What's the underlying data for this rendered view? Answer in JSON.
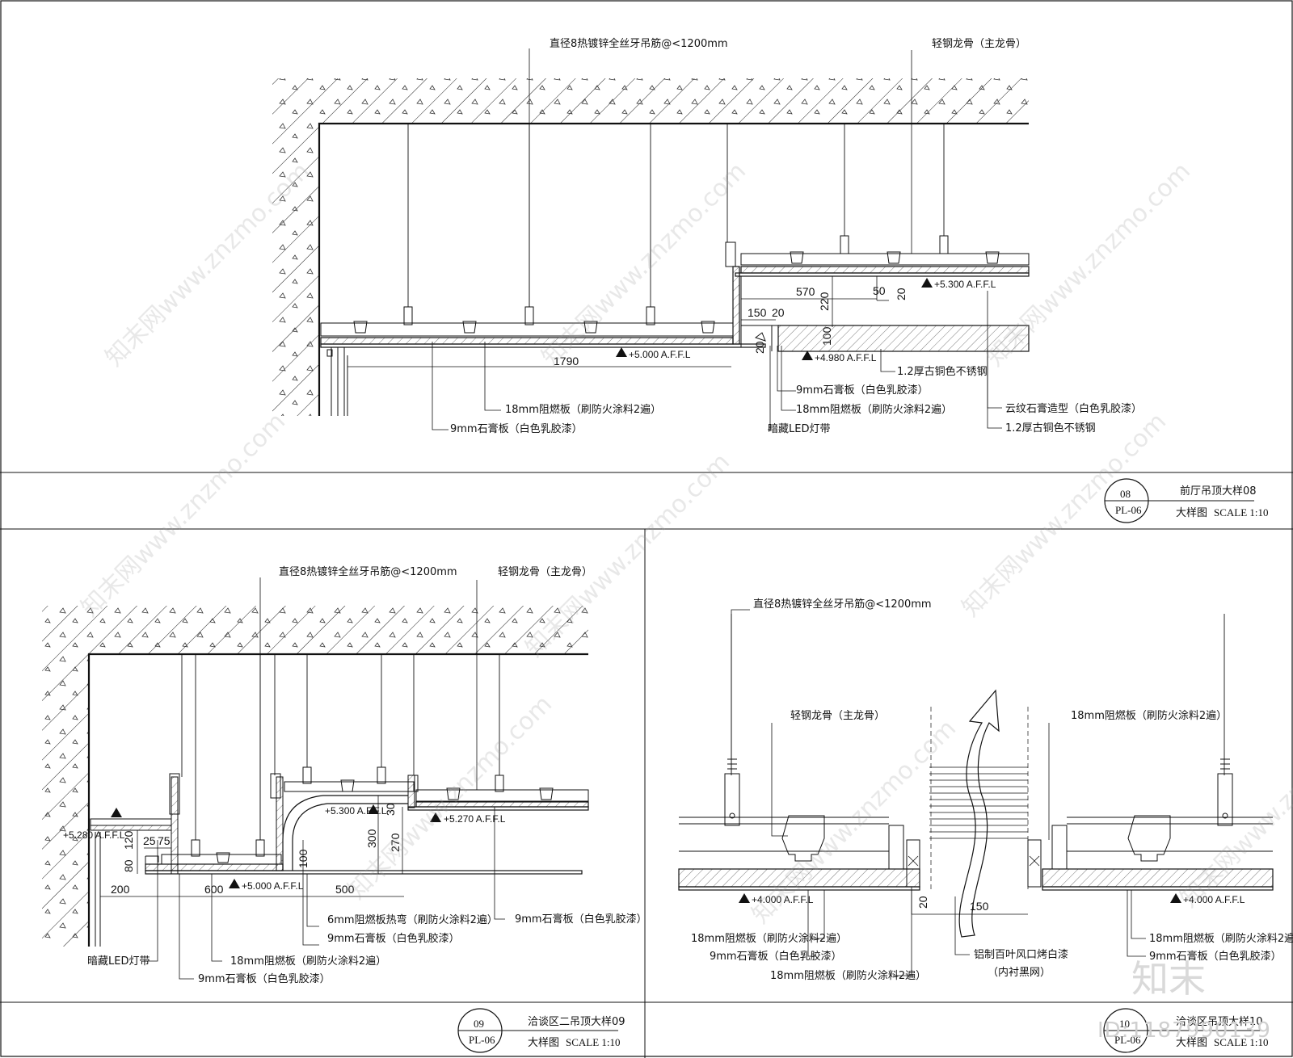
{
  "detail08": {
    "notes": {
      "hanger_rod": "直径8热镀锌全丝牙吊筋@<1200mm",
      "main_keel": "轻钢龙骨（主龙骨）",
      "fire_board_18": "18mm阻燃板（刷防火涂料2遍）",
      "gypsum_9": "9mm石膏板（白色乳胶漆）",
      "gypsum_9_b": "9mm石膏板（白色乳胶漆）",
      "fire_board_18_b": "18mm阻燃板（刷防火涂料2遍）",
      "led_strip": "暗藏LED灯带",
      "bronze_steel_1": "1.2厚古铜色不锈钢",
      "cloud_gypsum": "云纹石膏造型（白色乳胶漆）",
      "bronze_steel_2": "1.2厚古铜色不锈钢"
    },
    "dims": {
      "d1790": "1790",
      "d570": "570",
      "d150": "150",
      "d20a": "20",
      "d220": "220",
      "d50": "50",
      "d20b": "20",
      "d100": "100",
      "d20c": "20"
    },
    "elevations": {
      "e5000": "+5.000 A.F.F.L",
      "e4980": "+4.980 A.F.F.L",
      "e5300": "+5.300 A.F.F.L"
    },
    "title": {
      "num": "08",
      "ref": "PL-06",
      "name": "前厅吊顶大样08",
      "sub": "大样图",
      "scale": "SCALE 1:10"
    }
  },
  "detail09": {
    "notes": {
      "hanger_rod": "直径8热镀锌全丝牙吊筋@<1200mm",
      "main_keel": "轻钢龙骨（主龙骨）",
      "bent_board": "6mm阻燃板热弯（刷防火涂料2遍）",
      "gypsum_9_a": "9mm石膏板（白色乳胶漆）",
      "gypsum_9_b": "9mm石膏板（白色乳胶漆）",
      "led_strip": "暗藏LED灯带",
      "fire_board_18": "18mm阻燃板（刷防火涂料2遍）",
      "gypsum_9_c": "9mm石膏板（白色乳胶漆）"
    },
    "dims": {
      "d200": "200",
      "d600": "600",
      "d500": "500",
      "d25": "25",
      "d75": "75",
      "d120": "120",
      "d80": "80",
      "d300": "300",
      "d270": "270",
      "d100": "100",
      "d30": "30"
    },
    "elevations": {
      "e5280": "+5.280 A.F.F.L",
      "e5000": "+5.000 A.F.F.L",
      "e5300": "+5.300 A.F.F.L",
      "e5270": "+5.270 A.F.F.L"
    },
    "title": {
      "num": "09",
      "ref": "PL-06",
      "name": "洽谈区二吊顶大样09",
      "sub": "大样图",
      "scale": "SCALE 1:10"
    }
  },
  "detail10": {
    "notes": {
      "hanger_rod": "直径8热镀锌全丝牙吊筋@<1200mm",
      "main_keel": "轻钢龙骨（主龙骨）",
      "fire_board_top": "18mm阻燃板（刷防火涂料2遍）",
      "fire_board_left": "18mm阻燃板（刷防火涂料2遍）",
      "gypsum_left": "9mm石膏板（白色乳胶漆）",
      "fire_board_bottom": "18mm阻燃板（刷防火涂料2遍）",
      "louver_1": "铝制百叶风口烤白漆",
      "louver_2": "（内衬黑网）",
      "fire_board_right": "18mm阻燃板（刷防火涂料2遍）",
      "gypsum_right": "9mm石膏板（白色乳胶漆）"
    },
    "dims": {
      "d20": "20",
      "d150": "150"
    },
    "elevations": {
      "e4000a": "+4.000 A.F.F.L",
      "e4000b": "+4.000 A.F.F.L"
    },
    "title": {
      "num": "10",
      "ref": "PL-06",
      "name": "洽谈区吊顶大样10",
      "sub": "大样图",
      "scale": "SCALE 1:10"
    }
  },
  "watermark": {
    "site": "知末网www.znzmo.com",
    "brand": "知末",
    "id": "ID:1187990139"
  },
  "colors": {
    "line": "#111111",
    "paper": "#ffffff",
    "watermark": "#9a9a9a"
  }
}
